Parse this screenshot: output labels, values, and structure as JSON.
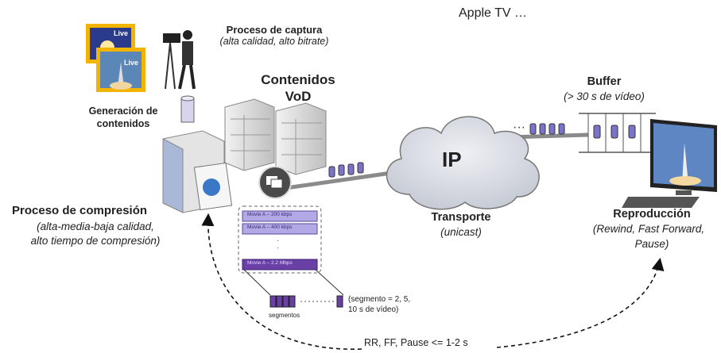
{
  "apple_tv": "Apple TV …",
  "capture": {
    "title": "Proceso de captura",
    "detail": "(alta calidad, alto bitrate)"
  },
  "live_badge": "Live",
  "generation": {
    "line1": "Generación de",
    "line2": "contenidos"
  },
  "vod": {
    "line1": "Contenidos",
    "line2": "VoD"
  },
  "compression": {
    "title": "Proceso de compresión",
    "line1": "(alta-media-baja calidad,",
    "line2": "alto tiempo de compresión)"
  },
  "renditions": [
    "Movie A – 200 kbps",
    "Movie A – 400 kbps",
    "Movie A – 2.2 Mbps"
  ],
  "segments": {
    "label": "segmentos",
    "note_line1": "(segmento = 2, 5,",
    "note_line2": "10 s de vídeo)"
  },
  "network": {
    "label": "IP"
  },
  "transport": {
    "title": "Transporte",
    "detail": "(unicast)"
  },
  "buffer": {
    "title": "Buffer",
    "detail": "(> 30 s de vídeo)"
  },
  "playback": {
    "title": "Reproducción",
    "line1": "(Rewind, Fast Forward,",
    "line2": "Pause)"
  },
  "trick_play": "RR, FF, Pause <= 1-2 s",
  "colors": {
    "packet": "#7b73c9",
    "rendition_light": "#b3a8e6",
    "rendition_dark": "#6a3fa6",
    "cloud": "#dfe1e8"
  }
}
